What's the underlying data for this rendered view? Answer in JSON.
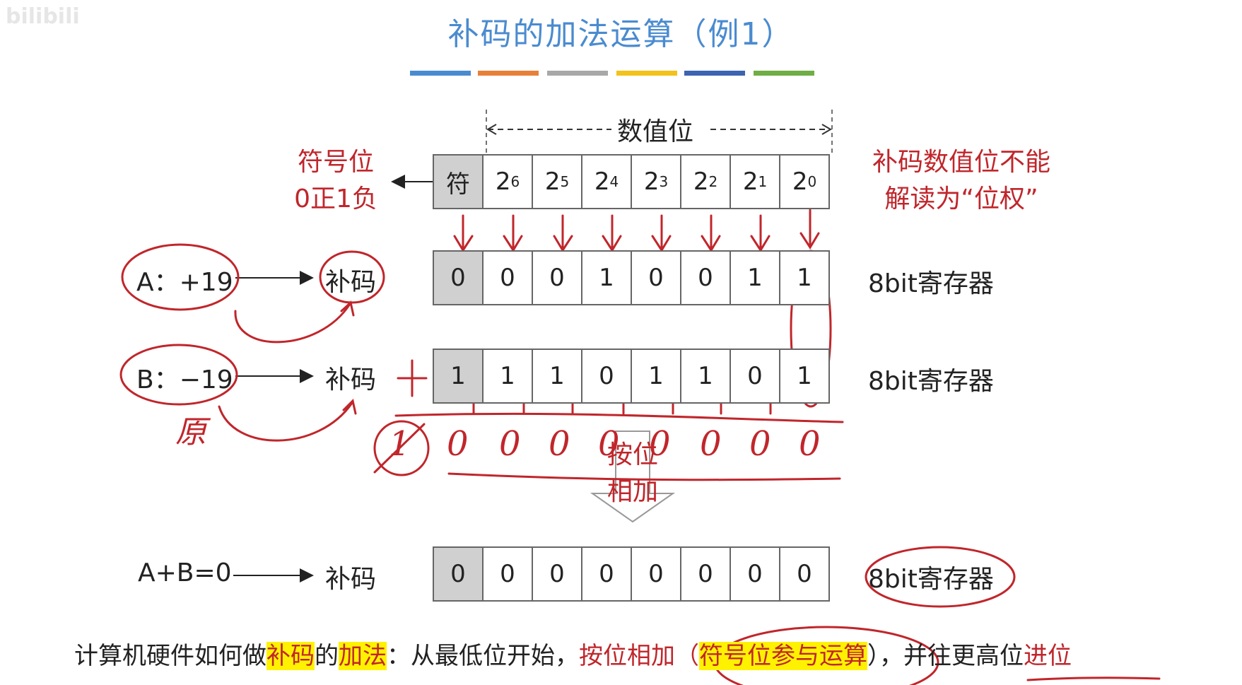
{
  "watermark": "bilibili",
  "title": "补码的加法运算（例1）",
  "colors": {
    "title": "#4a8bd0",
    "red": "#c0262b",
    "highlight": "#fff200",
    "bars": [
      "#4a8bd0",
      "#e8803a",
      "#a8a8a8",
      "#f3c21b",
      "#3c64b0",
      "#6fae45"
    ]
  },
  "header": {
    "value_bits_label": "数值位",
    "sign_bit_label_line1": "符号位",
    "sign_bit_label_line2": "0正1负",
    "note_line1": "补码数值位不能",
    "note_line2": "解读为“位权”",
    "cells": [
      {
        "base": "符",
        "exp": ""
      },
      {
        "base": "2",
        "exp": "6"
      },
      {
        "base": "2",
        "exp": "5"
      },
      {
        "base": "2",
        "exp": "4"
      },
      {
        "base": "2",
        "exp": "3"
      },
      {
        "base": "2",
        "exp": "2"
      },
      {
        "base": "2",
        "exp": "1"
      },
      {
        "base": "2",
        "exp": "0"
      }
    ]
  },
  "rows": [
    {
      "label": "A：+19",
      "code_label": "补码",
      "bits": [
        "0",
        "0",
        "0",
        "1",
        "0",
        "0",
        "1",
        "1"
      ],
      "register": "8bit寄存器"
    },
    {
      "label": "B：−19",
      "code_label": "补码",
      "bits": [
        "1",
        "1",
        "1",
        "0",
        "1",
        "1",
        "0",
        "1"
      ],
      "register": "8bit寄存器"
    },
    {
      "label": "A+B=0",
      "code_label": "补码",
      "bits": [
        "0",
        "0",
        "0",
        "0",
        "0",
        "0",
        "0",
        "0"
      ],
      "register": "8bit寄存器"
    }
  ],
  "add_arrow_label_line1": "按位",
  "add_arrow_label_line2": "相加",
  "handwritten": {
    "plus": "+",
    "yuan": "原",
    "carry_digits": [
      "1",
      "0",
      "0",
      "0",
      "0",
      "0",
      "0",
      "0",
      "0"
    ]
  },
  "bottom": {
    "part1": "计算机硬件如何做",
    "part2": "补码",
    "part3": "的",
    "part4": "加法",
    "part5": "：从最低位开始，",
    "part6": "按位相加",
    "part7": "（",
    "part8": "符号位参与运算",
    "part9": "），并往更高位",
    "part10": "进位"
  }
}
